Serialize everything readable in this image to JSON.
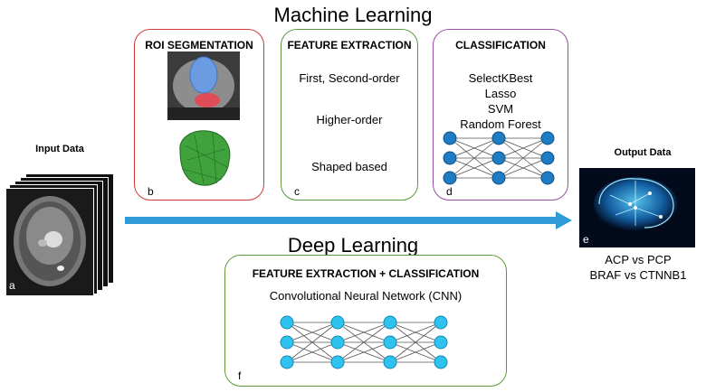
{
  "titles": {
    "machine_learning": "Machine Learning",
    "deep_learning": "Deep Learning"
  },
  "input": {
    "label": "Input Data",
    "letter": "a"
  },
  "output": {
    "label": "Output Data",
    "letter": "e",
    "line1": "ACP vs PCP",
    "line2": "BRAF vs CTNNB1"
  },
  "roi": {
    "header": "ROI SEGMENTATION",
    "letter": "b"
  },
  "feature": {
    "header": "FEATURE EXTRACTION",
    "items": [
      "First, Second-order",
      "Higher-order",
      "Shaped based"
    ],
    "letter": "c"
  },
  "classification": {
    "header": "CLASSIFICATION",
    "items": [
      "SelectKBest",
      "Lasso",
      "SVM",
      "Random Forest"
    ],
    "letter": "d"
  },
  "deep": {
    "header": "FEATURE EXTRACTION  + CLASSIFICATION",
    "subtitle": "Convolutional Neural Network (CNN)",
    "letter": "f"
  },
  "colors": {
    "arrow": "#2e9ad6",
    "node_ml": "#1f7cc2",
    "node_dl": "#2ec3ee",
    "box_roi": "#d23a3a",
    "box_feature": "#5a9a3a",
    "box_class": "#9b4fa8",
    "box_deep": "#5a9a3a"
  }
}
